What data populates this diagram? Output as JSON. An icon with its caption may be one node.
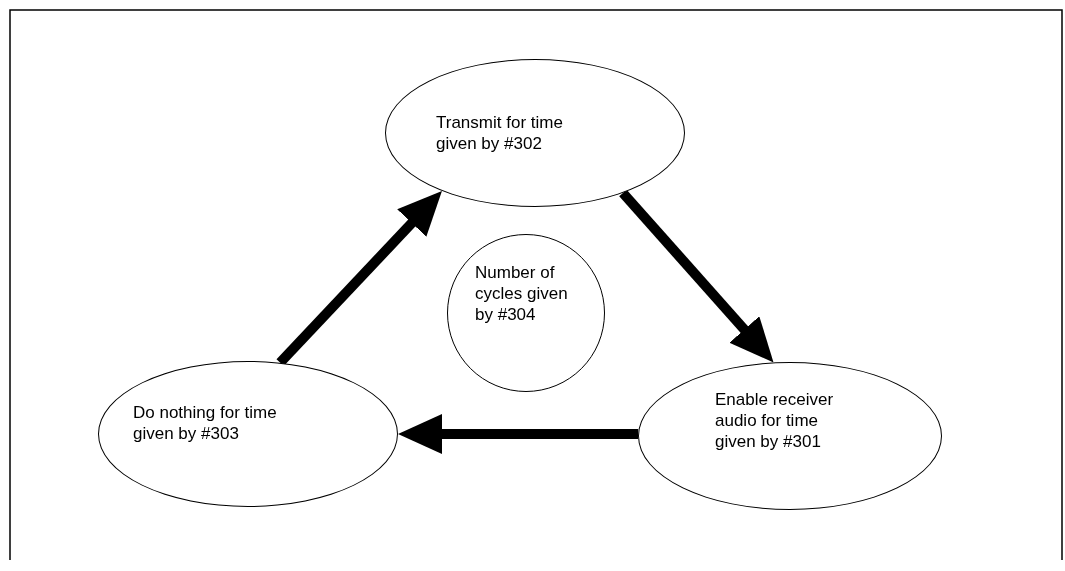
{
  "diagram": {
    "nodes": [
      {
        "text": [
          "Transmit for time given by #302"
        ]
      },
      {
        "text": [
          "Enable receiver audio for time given by #301"
        ]
      },
      {
        "text": [
          "Do nothing for time given by #303"
        ]
      },
      {
        "text": [
          "Number of cycles given by #304"
        ]
      }
    ],
    "edges": [
      {
        "from": 0,
        "to": 1,
        "arrow": "to"
      },
      {
        "from": 1,
        "to": 2,
        "arrow": "to"
      },
      {
        "from": 2,
        "to": 0,
        "arrow": "to"
      }
    ]
  }
}
